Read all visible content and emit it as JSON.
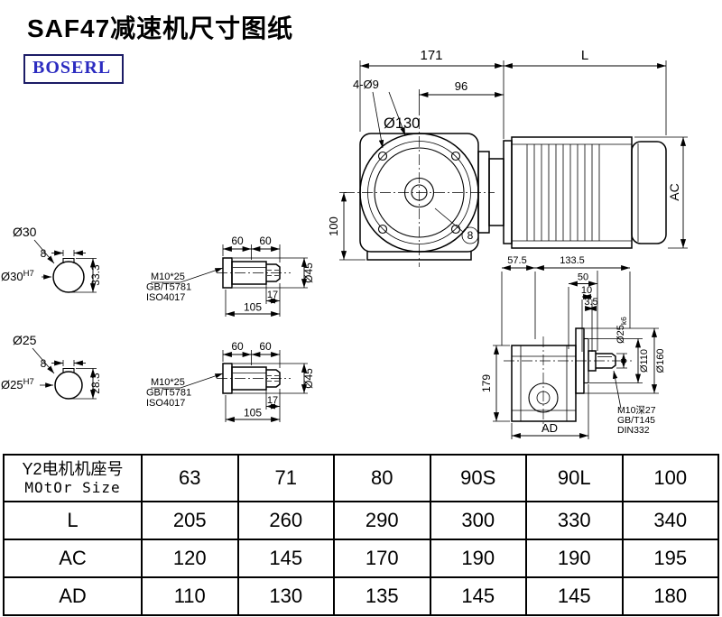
{
  "page": {
    "title": "SAF47减速机尺寸图纸",
    "brand": "BOSERL"
  },
  "front_view": {
    "dim_width": "171",
    "dim_motor_length": "L",
    "dim_flange_to_motor": "96",
    "label_bolt_holes": "4-Ø9",
    "label_flange_dia": "Ø130",
    "dim_shaft_height": "100",
    "dim_motor_dia": "AC",
    "label_key_width": "8"
  },
  "bore_section_30": {
    "label_dia": "Ø30",
    "dim_key_width": "8",
    "dim_key_height": "33.3",
    "label_bore": "Ø30",
    "label_bore_tol": "H7"
  },
  "bore_section_25": {
    "label_dia": "Ø25",
    "dim_key_width": "8",
    "dim_key_height": "28.3",
    "label_bore": "Ø25",
    "label_bore_tol": "H7"
  },
  "shaft_detail_a": {
    "dim_60a": "60",
    "dim_60b": "60",
    "dim_17": "17",
    "dim_105": "105",
    "dim_dia": "Ø45",
    "note_1": "M10*25",
    "note_2": "GB/T5781",
    "note_3": "ISO4017"
  },
  "shaft_detail_b": {
    "dim_60a": "60",
    "dim_60b": "60",
    "dim_17": "17",
    "dim_105": "105",
    "dim_dia": "Ø45",
    "note_1": "M10*25",
    "note_2": "GB/T5781",
    "note_3": "ISO4017"
  },
  "side_view": {
    "dim_57_5": "57.5",
    "dim_133_5": "133.5",
    "dim_50": "50",
    "dim_10": "10",
    "dim_3_5": "3.5",
    "label_shaft_dia": "Ø25",
    "label_shaft_tol": "k6",
    "dim_spigot_dia": "Ø110",
    "dim_flange_dia": "Ø160",
    "dim_height": "179",
    "dim_ad": "AD",
    "note_1": "M10深27",
    "note_2": "GB/T145",
    "note_3": "DIN332"
  },
  "table": {
    "header": {
      "label_cn": "Y2电机机座号",
      "label_en": "MOtOr Size",
      "values": [
        "63",
        "71",
        "80",
        "90S",
        "90L",
        "100"
      ]
    },
    "rows": [
      {
        "label": "L",
        "values": [
          "205",
          "260",
          "290",
          "300",
          "330",
          "340"
        ]
      },
      {
        "label": "AC",
        "values": [
          "120",
          "145",
          "170",
          "190",
          "190",
          "195"
        ]
      },
      {
        "label": "AD",
        "values": [
          "110",
          "130",
          "135",
          "145",
          "145",
          "180"
        ]
      }
    ]
  }
}
